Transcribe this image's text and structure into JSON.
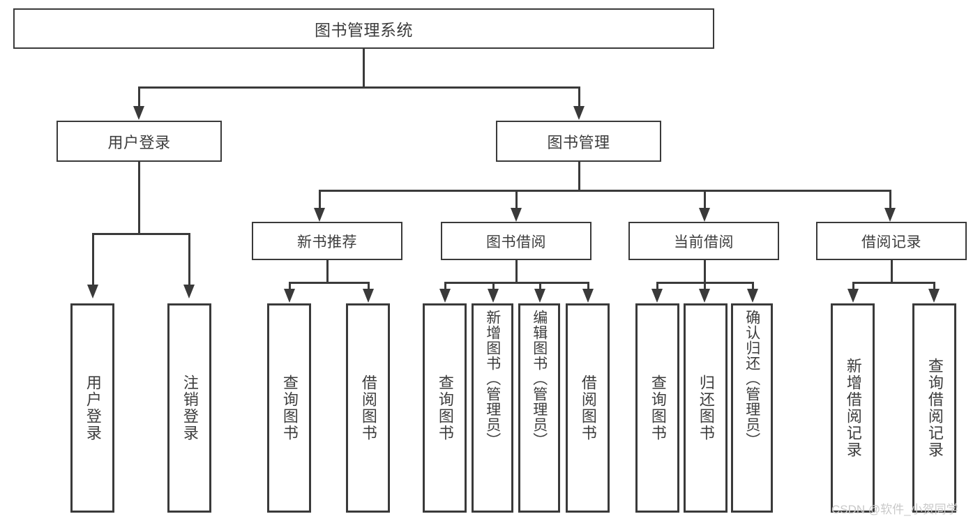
{
  "diagram": {
    "title": "图书管理系统",
    "type": "hierarchy-tree",
    "root": {
      "label": "图书管理系统"
    },
    "level2": [
      {
        "label": "用户登录"
      },
      {
        "label": "图书管理"
      }
    ],
    "level3": [
      {
        "label": "新书推荐"
      },
      {
        "label": "图书借阅"
      },
      {
        "label": "当前借阅"
      },
      {
        "label": "借阅记录"
      }
    ],
    "leaves": {
      "user_login": [
        {
          "label": "用户登录"
        },
        {
          "label": "注销登录"
        }
      ],
      "new_book_recommend": [
        {
          "label": "查询图书"
        },
        {
          "label": "借阅图书"
        }
      ],
      "book_borrow": [
        {
          "label": "查询图书"
        },
        {
          "label": "新增图书（管理员）"
        },
        {
          "label": "编辑图书（管理员）"
        },
        {
          "label": "借阅图书"
        }
      ],
      "current_borrow": [
        {
          "label": "查询图书"
        },
        {
          "label": "归还图书"
        },
        {
          "label": "确认归还（管理员）"
        }
      ],
      "borrow_record": [
        {
          "label": "新增借阅记录"
        },
        {
          "label": "查询借阅记录"
        }
      ]
    }
  },
  "watermark": {
    "text": "CSDN @软件_小贺同学"
  },
  "colors": {
    "stroke": "#3a3a3a",
    "text": "#3d3d3d",
    "background": "#ffffff",
    "watermark": "#c9c9c9"
  }
}
